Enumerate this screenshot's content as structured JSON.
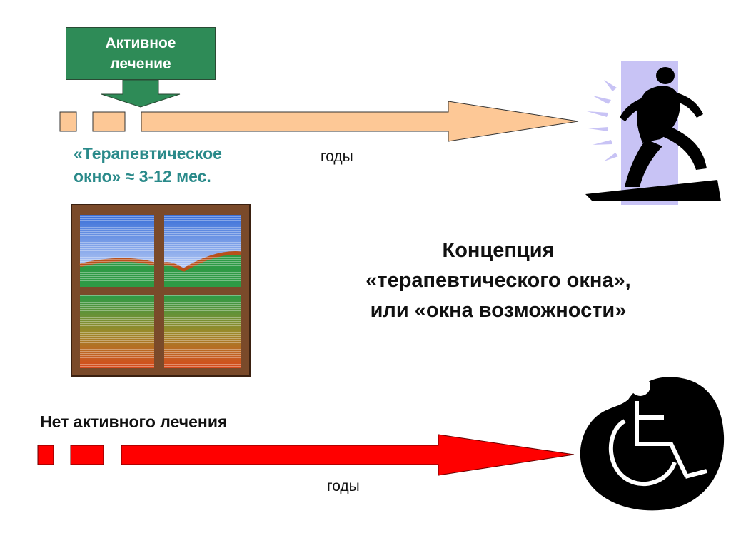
{
  "active_treatment": {
    "line1": "Активное",
    "line2": "лечение"
  },
  "therapeutic_window": {
    "line1": "«Терапевтическое",
    "line2": "окно» ≈ 3-12 мес."
  },
  "top_axis_label": "годы",
  "bottom_axis_label": "годы",
  "concept": {
    "line1": "Концепция",
    "line2": "«терапевтического окна»,",
    "line3": "или «окна возможности»"
  },
  "no_treatment": "Нет активного лечения",
  "colors": {
    "active_box": "#2e8b57",
    "top_arrow": "#fdc896",
    "bottom_arrow": "#ff0000",
    "window_label": "#2a8a8a",
    "runner_backdrop": "#c8c3f5"
  },
  "icons": [
    "runner-icon",
    "wheelchair-icon",
    "window-picture"
  ]
}
